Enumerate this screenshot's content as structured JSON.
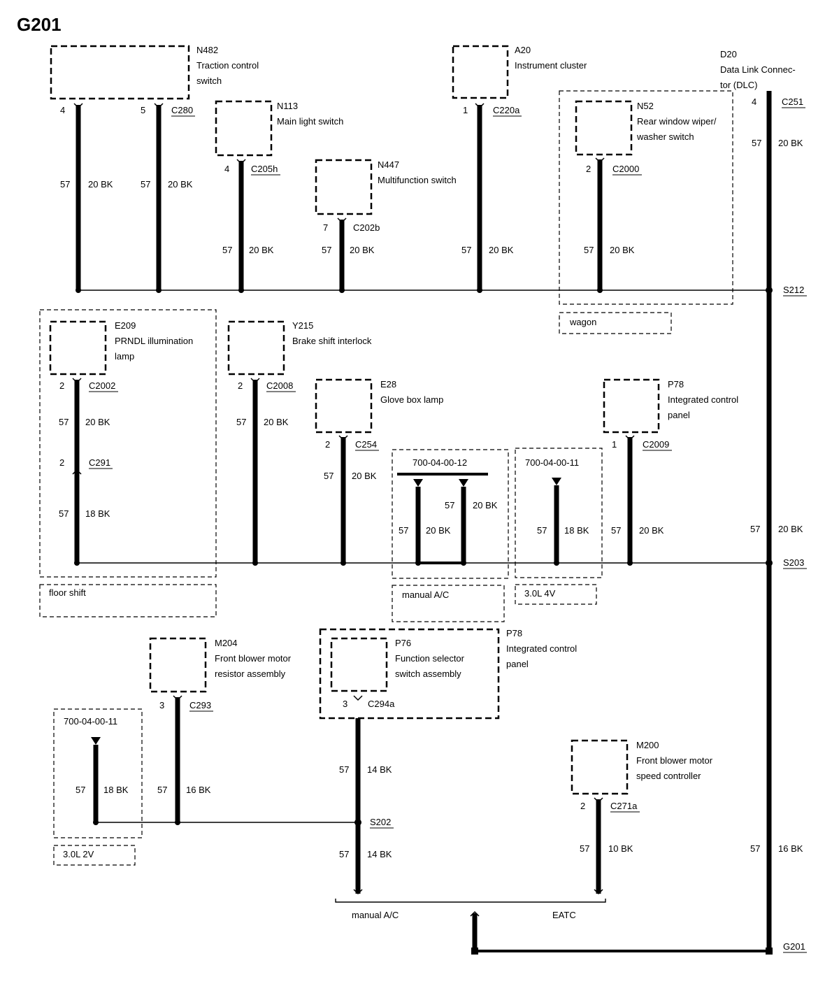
{
  "title": "G201",
  "components": [
    {
      "id": "N482",
      "lines": [
        "N482",
        "Traction control",
        "switch"
      ]
    },
    {
      "id": "N113",
      "lines": [
        "N113",
        "Main light switch"
      ]
    },
    {
      "id": "N447",
      "lines": [
        "N447",
        "Multifunction switch"
      ]
    },
    {
      "id": "A20",
      "lines": [
        "A20",
        "Instrument cluster"
      ]
    },
    {
      "id": "D20",
      "lines": [
        "D20",
        "Data Link Connec-",
        "tor (DLC)"
      ]
    },
    {
      "id": "N52",
      "lines": [
        "N52",
        "Rear window wiper/",
        "washer switch"
      ]
    },
    {
      "id": "E209",
      "lines": [
        "E209",
        "PRNDL illumination",
        "lamp"
      ]
    },
    {
      "id": "Y215",
      "lines": [
        "Y215",
        "Brake shift interlock"
      ]
    },
    {
      "id": "E28",
      "lines": [
        "E28",
        "Glove box lamp"
      ]
    },
    {
      "id": "P78a",
      "lines": [
        "P78",
        "Integrated control",
        "panel"
      ]
    },
    {
      "id": "M204",
      "lines": [
        "M204",
        "Front blower motor",
        "resistor assembly"
      ]
    },
    {
      "id": "P76",
      "lines": [
        "P76",
        "Function selector",
        "switch assembly"
      ]
    },
    {
      "id": "P78b",
      "lines": [
        "P78",
        "Integrated control",
        "panel"
      ]
    },
    {
      "id": "M200",
      "lines": [
        "M200",
        "Front blower motor",
        "speed controller"
      ]
    }
  ],
  "connectors": [
    "C280",
    "C205h",
    "C202b",
    "C220a",
    "C251",
    "C2000",
    "C2002",
    "C291",
    "C2008",
    "C254",
    "C2009",
    "C293",
    "C294a",
    "C271a"
  ],
  "splices": [
    "S212",
    "S203",
    "S202",
    "G201"
  ],
  "pins": [
    "4",
    "5",
    "4",
    "7",
    "1",
    "4",
    "2",
    "2",
    "2",
    "2",
    "2",
    "1",
    "3",
    "3",
    "2"
  ],
  "circuit": "57",
  "wires": [
    "20 BK",
    "18 BK",
    "16 BK",
    "14 BK",
    "10 BK"
  ],
  "variant_codes": [
    "700-04-00-12",
    "700-04-00-11",
    "700-04-00-11"
  ],
  "options": [
    "wagon",
    "floor shift",
    "manual A/C",
    "3.0L 4V",
    "3.0L 2V",
    "manual A/C",
    "EATC"
  ]
}
